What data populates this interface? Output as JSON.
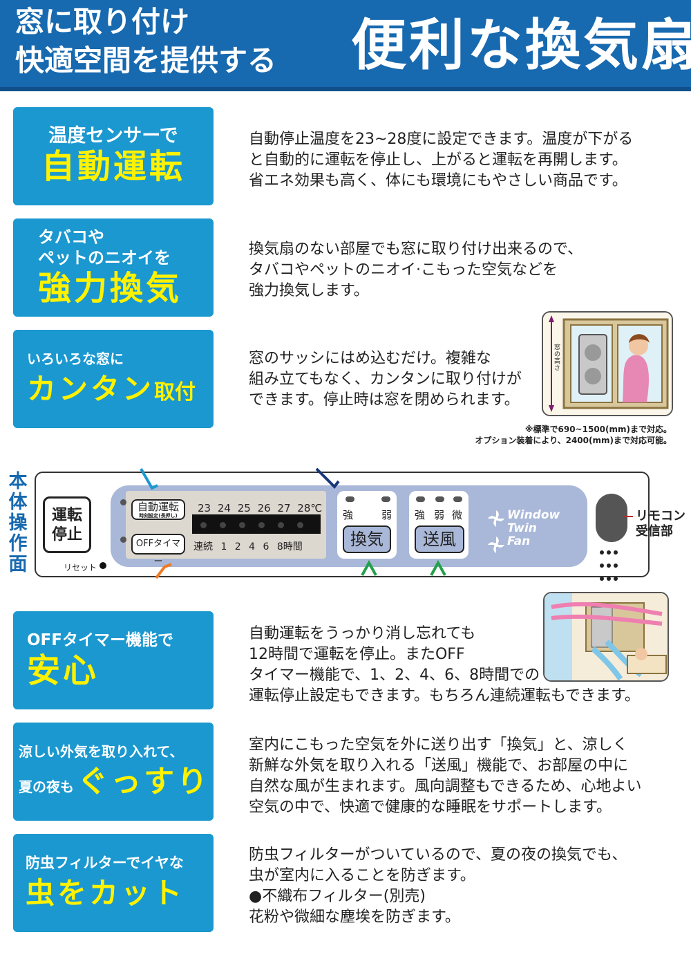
{
  "header": {
    "line1": "窓に取り付け",
    "line2": "快適空間を提供する",
    "main": "便利な換気扇"
  },
  "features": [
    {
      "sub": "温度センサーで",
      "big": "自動運転",
      "desc": [
        "自動停止温度を23~28度に設定できます。温度が下がる",
        "と自動的に運転を停止し、上がると運転を再開します。",
        "省エネ効果も高く、体にも環境にもやさしい商品です。"
      ]
    },
    {
      "sub1": "タバコや",
      "sub2": "ペットのニオイを",
      "big": "強力換気",
      "desc": [
        "換気扇のない部屋でも窓に取り付け出来るので、",
        "タバコやペットのニオイ·こもった空気などを",
        "強力換気します。"
      ]
    },
    {
      "sub": "いろいろな窓に",
      "big": "カンタン",
      "big_suffix": "取付",
      "desc": [
        "窓のサッシにはめ込むだけ。複雑な",
        "組み立てもなく、カンタンに取り付けが",
        "できます。停止時は窓を閉められます。"
      ],
      "window_label": "窓の高さ",
      "note1": "※標準で690~1500(mm)まで対応。",
      "note2": "オプション装着により、2400(mm)まで対応可能。"
    },
    {
      "sub": "OFFタイマー機能で",
      "big": "安心",
      "desc": [
        "自動運転をうっかり消し忘れても",
        "12時間で運転を停止。またOFF",
        "タイマー機能で、1、2、4、6、8時間での",
        "運転停止設定もできます。もちろん連続運転もできます。"
      ]
    },
    {
      "sub1": "涼しい外気を取り入れて、",
      "sub2": "夏の夜も",
      "big": "ぐっすり",
      "desc": [
        "室内にこもった空気を外に送り出す「換気」と、涼しく",
        "新鮮な外気を取り入れる「送風」機能で、お部屋の中に",
        "自然な風が生まれます。風向調整もできるため、心地よい",
        "空気の中で、快適で健康的な睡眠をサポートします。"
      ]
    },
    {
      "sub": "防虫フィルターでイヤな",
      "big": "虫をカット",
      "desc": [
        "防虫フィルターがついているので、夏の夜の換気でも、",
        "虫が室内に入ることを防ぎます。",
        "●不織布フィルター(別売)",
        "花粉や微細な塵埃を防ぎます。"
      ]
    }
  ],
  "panel": {
    "side_title": [
      "本",
      "体",
      "操",
      "作",
      "面"
    ],
    "run_stop_1": "運転",
    "run_stop_2": "停止",
    "reset": "リセット",
    "auto_btn": "自動運転",
    "auto_sub": "時刻設定(長押し)",
    "off_btn": "OFFタイマー",
    "temps": "23 24 25 26 27 28℃",
    "timers": "連続 1 2 4 6 8時間",
    "vent_strong": "強",
    "vent_weak": "弱",
    "vent_btn": "換気",
    "fan_strong": "強",
    "fan_weak": "弱",
    "fan_micro": "微",
    "fan_btn": "送風",
    "logo": [
      "Window",
      "Twin",
      "Fan"
    ],
    "receiver": [
      "リモコン",
      "受信部"
    ]
  },
  "colors": {
    "header": "#1769b0",
    "box": "#1b98cf",
    "highlight": "#fff200",
    "panel": "#a9b8d8"
  }
}
